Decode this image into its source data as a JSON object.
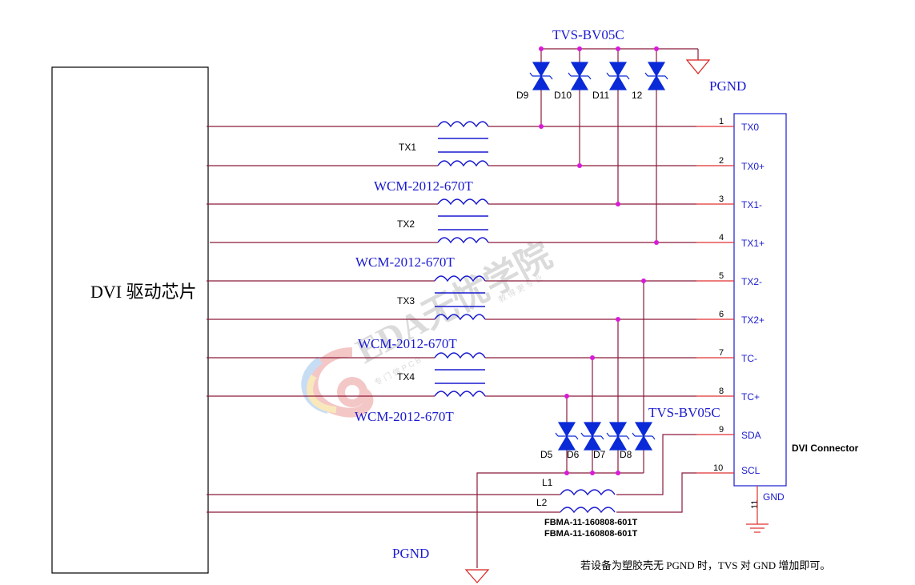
{
  "chip": {
    "label": "DVI  驱动芯片"
  },
  "tvs_top": {
    "label": "TVS-BV05C",
    "gnd_label": "PGND",
    "diodes": [
      "D9",
      "D10",
      "D11",
      "12"
    ]
  },
  "tvs_bottom": {
    "label": "TVS-BV05C",
    "diodes": [
      "D5",
      "D6",
      "D7",
      "D8"
    ]
  },
  "common_mode_chokes": [
    {
      "ref": "TX1",
      "part": "WCM-2012-670T"
    },
    {
      "ref": "TX2",
      "part": "WCM-2012-670T"
    },
    {
      "ref": "TX3",
      "part": "WCM-2012-670T"
    },
    {
      "ref": "TX4",
      "part": "WCM-2012-670T"
    }
  ],
  "beads": [
    {
      "ref": "L1",
      "part": "FBMA-11-160808-601T"
    },
    {
      "ref": "L2",
      "part": "FBMA-11-160808-601T"
    }
  ],
  "connector": {
    "title": "DVI Connector",
    "pins": [
      {
        "num": "1",
        "name": "TX0"
      },
      {
        "num": "2",
        "name": "TX0+"
      },
      {
        "num": "3",
        "name": "TX1-"
      },
      {
        "num": "4",
        "name": "TX1+"
      },
      {
        "num": "5",
        "name": "TX2-"
      },
      {
        "num": "6",
        "name": "TX2+"
      },
      {
        "num": "7",
        "name": "TC-"
      },
      {
        "num": "8",
        "name": "TC+"
      },
      {
        "num": "9",
        "name": "SDA"
      },
      {
        "num": "10",
        "name": "SCL"
      }
    ],
    "gnd_pin": {
      "num": "11",
      "name": "GND"
    }
  },
  "pgnd_bottom": {
    "label": "PGND"
  },
  "note": {
    "text": "若设备为塑胶壳无 PGND 时，TVS 对 GND 增加即可。"
  },
  "watermark": {
    "title": "EDA无忧学院",
    "tagline_left": "专 门 做 P C B",
    "tagline_right": "教 得 更 专 业"
  },
  "colors": {
    "wire": "#8b1a3a",
    "stub": "#e03030",
    "label_blue": "#1a1ad0",
    "diode_blue": "#0a2ad8",
    "junction": "#d81ad8",
    "pgnd": "#d82020",
    "black": "#000000"
  }
}
